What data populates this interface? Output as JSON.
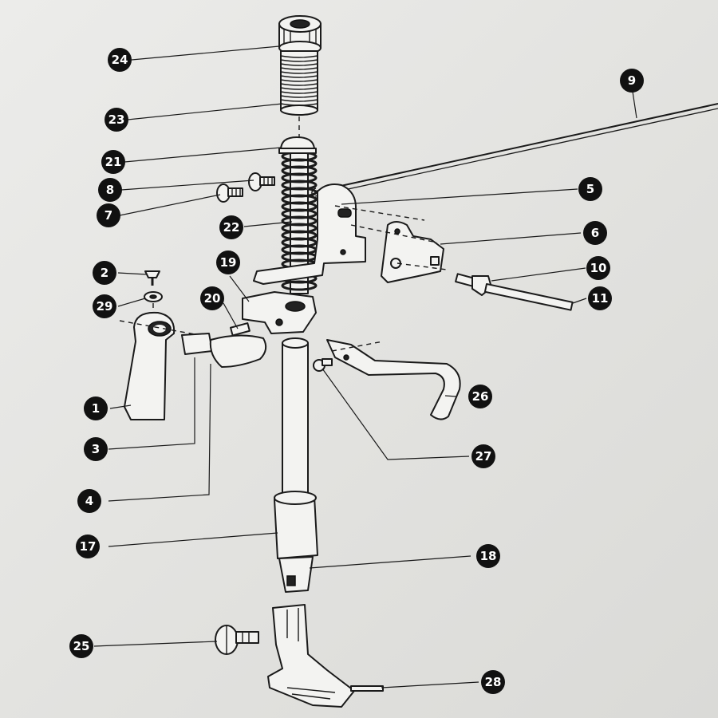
{
  "diagram": {
    "callouts": [
      {
        "id": "c24",
        "label": "24"
      },
      {
        "id": "c23",
        "label": "23"
      },
      {
        "id": "c21",
        "label": "21"
      },
      {
        "id": "c8",
        "label": "8"
      },
      {
        "id": "c7",
        "label": "7"
      },
      {
        "id": "c22",
        "label": "22"
      },
      {
        "id": "c2",
        "label": "2"
      },
      {
        "id": "c29",
        "label": "29"
      },
      {
        "id": "c19",
        "label": "19"
      },
      {
        "id": "c20",
        "label": "20"
      },
      {
        "id": "c1",
        "label": "1"
      },
      {
        "id": "c3",
        "label": "3"
      },
      {
        "id": "c4",
        "label": "4"
      },
      {
        "id": "c17",
        "label": "17"
      },
      {
        "id": "c25",
        "label": "25"
      },
      {
        "id": "c9",
        "label": "9"
      },
      {
        "id": "c5",
        "label": "5"
      },
      {
        "id": "c6",
        "label": "6"
      },
      {
        "id": "c10",
        "label": "10"
      },
      {
        "id": "c11",
        "label": "11"
      },
      {
        "id": "c26",
        "label": "26"
      },
      {
        "id": "c27",
        "label": "27"
      },
      {
        "id": "c18",
        "label": "18"
      },
      {
        "id": "c28",
        "label": "28"
      }
    ]
  }
}
